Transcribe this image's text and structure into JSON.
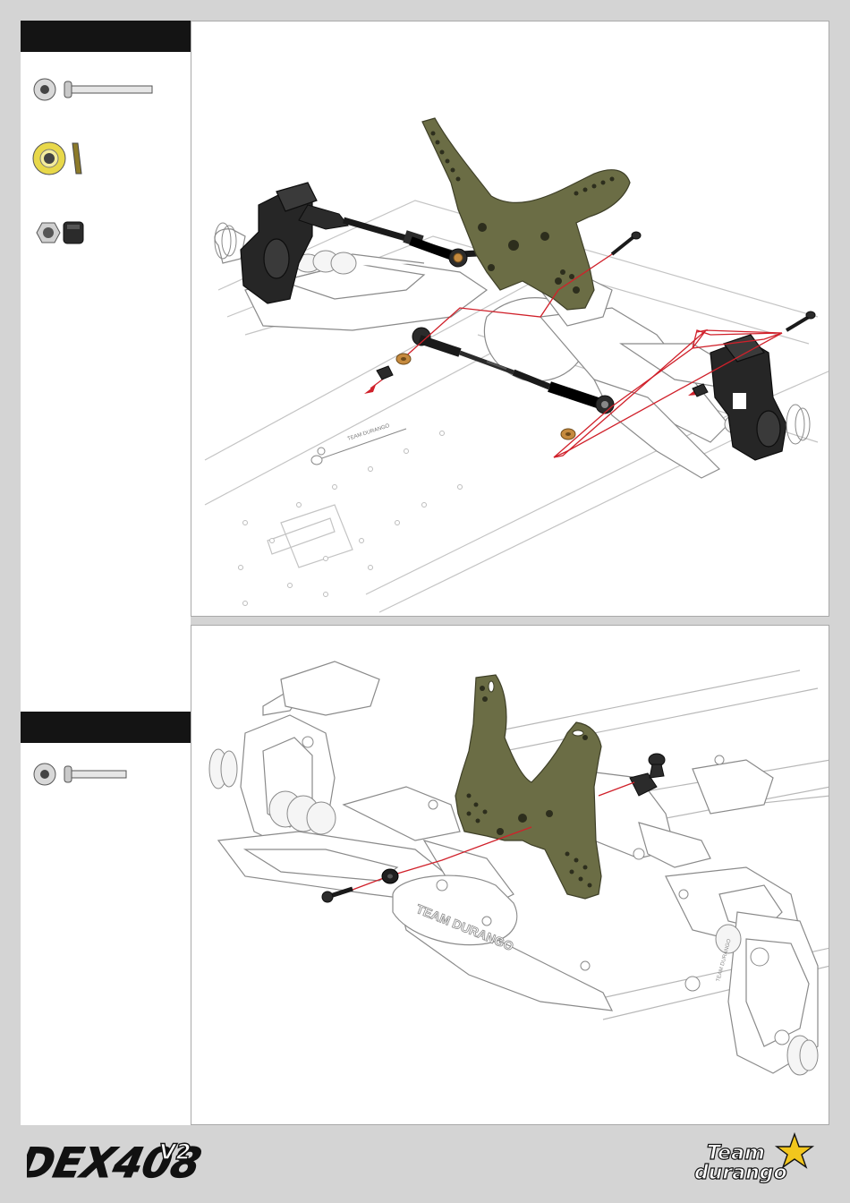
{
  "brand": {
    "model_logo": "DEX408",
    "model_logo_version": "V2",
    "maker_logo_line1": "Team",
    "maker_logo_line2": "durango"
  },
  "step_a": {
    "parts": [
      {
        "icon": "screw-icon"
      },
      {
        "icon": "washer-icon"
      },
      {
        "icon": "nut-icon"
      }
    ]
  },
  "step_b": {
    "parts": [
      {
        "icon": "screw-icon"
      }
    ]
  },
  "illustration": {
    "chassis_brand_text": "TEAM DURANGO",
    "hub_text": "TEAM DURANGO",
    "link_text": "TEAM DURANGO"
  },
  "colors": {
    "shock_tower": "#6b6d45",
    "guide_line": "#d0202a",
    "washer": "#c58a3e",
    "dark_part": "#2b2b2b",
    "header_bar": "#141414",
    "yellow_washer": "#e8d84a"
  }
}
